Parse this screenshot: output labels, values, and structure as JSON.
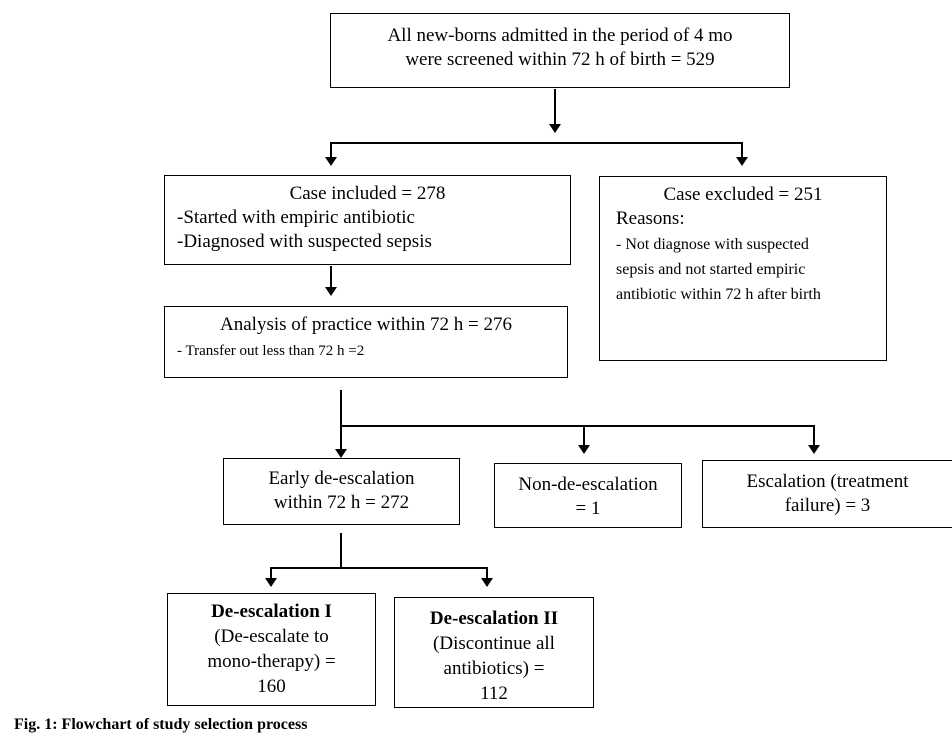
{
  "flowchart": {
    "screened": {
      "line1": "All new-borns admitted in the period of 4 mo",
      "line2": "were screened within 72 h of birth = 529"
    },
    "included": {
      "title": "Case included = 278",
      "item1": "-Started with empiric antibiotic",
      "item2": "-Diagnosed with suspected sepsis"
    },
    "excluded": {
      "title": "Case excluded = 251",
      "reasons_label": "Reasons:",
      "reason_line1": "- Not diagnose with suspected",
      "reason_line2": "sepsis and not started empiric",
      "reason_line3": "antibiotic within 72 h after birth"
    },
    "analysis": {
      "title": "Analysis of practice within 72 h = 276",
      "note": "- Transfer out less than 72 h =2"
    },
    "early": {
      "line1": "Early de-escalation",
      "line2": "within 72 h = 272"
    },
    "non": {
      "line1": "Non-de-escalation",
      "line2": "= 1"
    },
    "escalation": {
      "line1": "Escalation (treatment",
      "line2": "failure) = 3"
    },
    "deesc1": {
      "title": "De-escalation I",
      "line1": "(De-escalate to",
      "line2": "mono-therapy) =",
      "line3": "160"
    },
    "deesc2": {
      "title": "De-escalation II",
      "line1": "(Discontinue all",
      "line2": "antibiotics) =",
      "line3": "112"
    }
  },
  "caption": "Fig. 1: Flowchart of study selection process"
}
